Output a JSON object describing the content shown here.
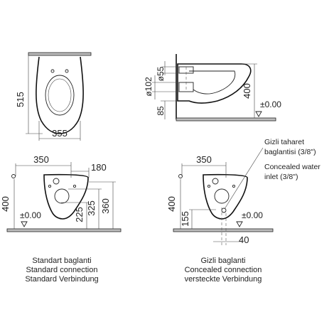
{
  "top_view": {
    "width": "355",
    "depth": "515"
  },
  "side_view": {
    "pipe_diameter": "ø102",
    "outlet_diameter": "ø55",
    "outlet_height": "85",
    "seat_height": "400",
    "floor_level": "±0.00"
  },
  "standard_view": {
    "spacing": "350",
    "offset": "180",
    "inlet_height": "400",
    "level_225": "225",
    "level_325": "325",
    "level_360": "360",
    "floor_level": "±0.00",
    "caption_lines": [
      "Standart baglanti",
      "Standard connection",
      "Standard Verbindung"
    ]
  },
  "concealed_view": {
    "spacing": "350",
    "inlet_height": "400",
    "level_155": "155",
    "offset_40": "40",
    "floor_level": "±0.00",
    "note_tr_line1": "Gizli taharet",
    "note_tr_line2": "baglantisi (3/8\")",
    "note_en_line1": "Concealed water",
    "note_en_line2": "inlet (3/8\")",
    "caption_lines": [
      "Gizli baglanti",
      "Concealed connection",
      "versteckte Verbindung"
    ]
  }
}
